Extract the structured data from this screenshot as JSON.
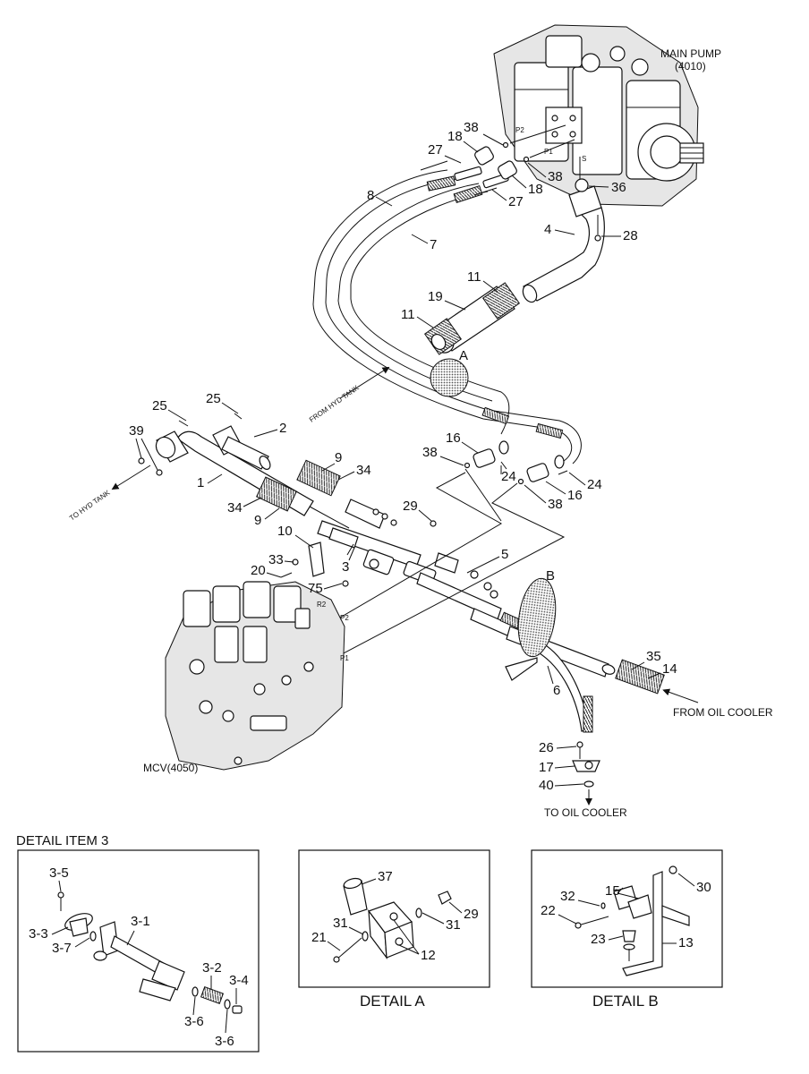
{
  "components": {
    "main_pump": [
      "MAIN PUMP",
      "(4010)"
    ],
    "mcv": "MCV(4050)"
  },
  "flow_labels": {
    "from_hyd_tank": "FROM HYD TANK",
    "to_hyd_tank": "TO HYD TANK",
    "from_oil_cooler": "FROM OIL COOLER",
    "to_oil_cooler": "TO OIL COOLER"
  },
  "port_labels": {
    "p1": "P1",
    "p2": "P2",
    "s": "S",
    "r2": "R2"
  },
  "detail_markers": {
    "a": "A",
    "b": "B"
  },
  "part_callouts": {
    "c38a": "38",
    "c18a": "18",
    "c27a": "27",
    "c38b": "38",
    "c18b": "18",
    "c27b": "27",
    "c8": "8",
    "c7": "7",
    "c36": "36",
    "c4": "4",
    "c28": "28",
    "c11a": "11",
    "c19": "19",
    "c11b": "11",
    "c25a": "25",
    "c25b": "25",
    "c39": "39",
    "c2": "2",
    "c1": "1",
    "c9a": "9",
    "c34a": "34",
    "c34b": "34",
    "c9b": "9",
    "c29": "29",
    "c16a": "16",
    "c38c": "38",
    "c24a": "24",
    "c24b": "24",
    "c16b": "16",
    "c38d": "38",
    "c10": "10",
    "c33": "33",
    "c20": "20",
    "c3": "3",
    "c75": "75",
    "c5": "5",
    "c35": "35",
    "c14": "14",
    "c6": "6",
    "c26": "26",
    "c17": "17",
    "c40": "40"
  },
  "detail_item_3": {
    "heading": "DETAIL ITEM 3",
    "callouts": {
      "p35": "3-5",
      "p33": "3-3",
      "p37": "3-7",
      "p31": "3-1",
      "p32": "3-2",
      "p34": "3-4",
      "p36a": "3-6",
      "p36b": "3-6"
    }
  },
  "detail_a": {
    "caption": "DETAIL A",
    "callouts": {
      "c37": "37",
      "c29": "29",
      "c31a": "31",
      "c31b": "31",
      "c21": "21",
      "c12": "12"
    }
  },
  "detail_b": {
    "caption": "DETAIL B",
    "callouts": {
      "c15": "15",
      "c30": "30",
      "c32": "32",
      "c22": "22",
      "c23": "23",
      "c13": "13"
    }
  }
}
